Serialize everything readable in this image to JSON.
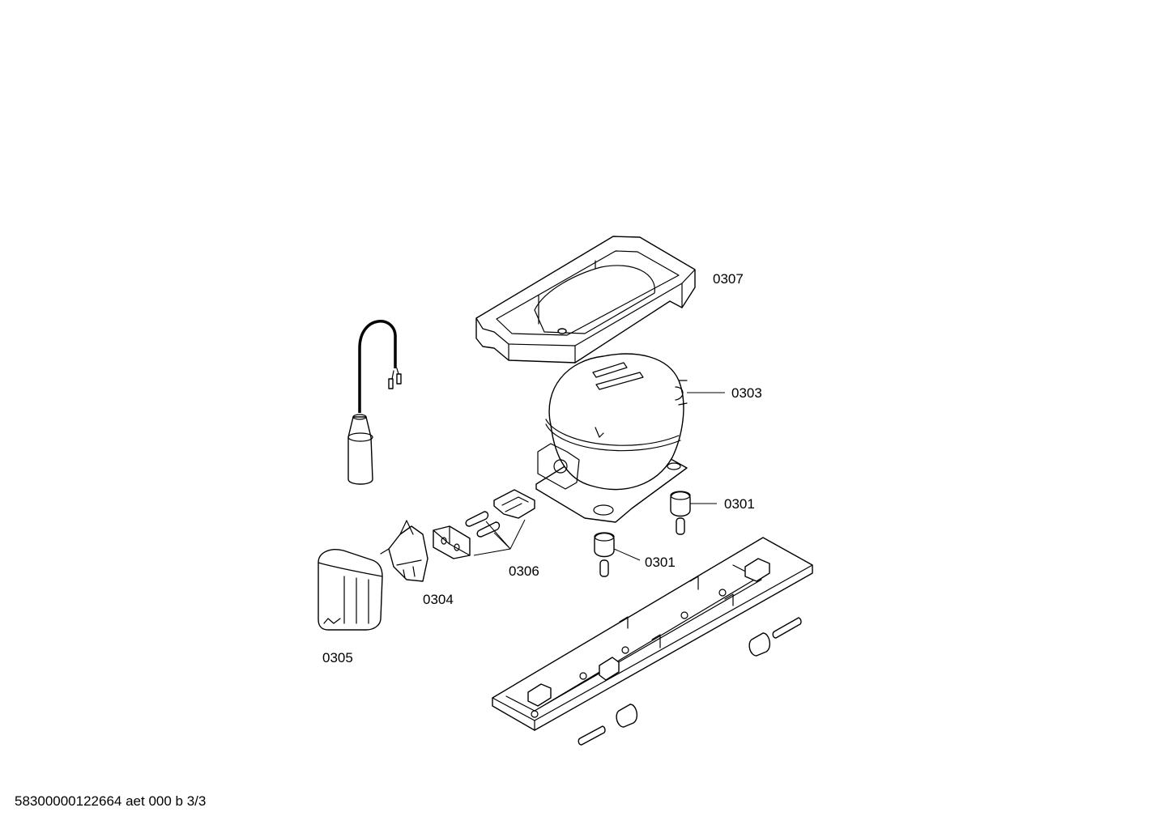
{
  "diagram": {
    "labels": {
      "tray": "0307",
      "compressor": "0303",
      "foot_right": "0301",
      "foot_left": "0301",
      "clip_set": "0306",
      "relay": "0304",
      "cover": "0305"
    },
    "footer": "58300000122664 aet 000 b 3/3"
  }
}
